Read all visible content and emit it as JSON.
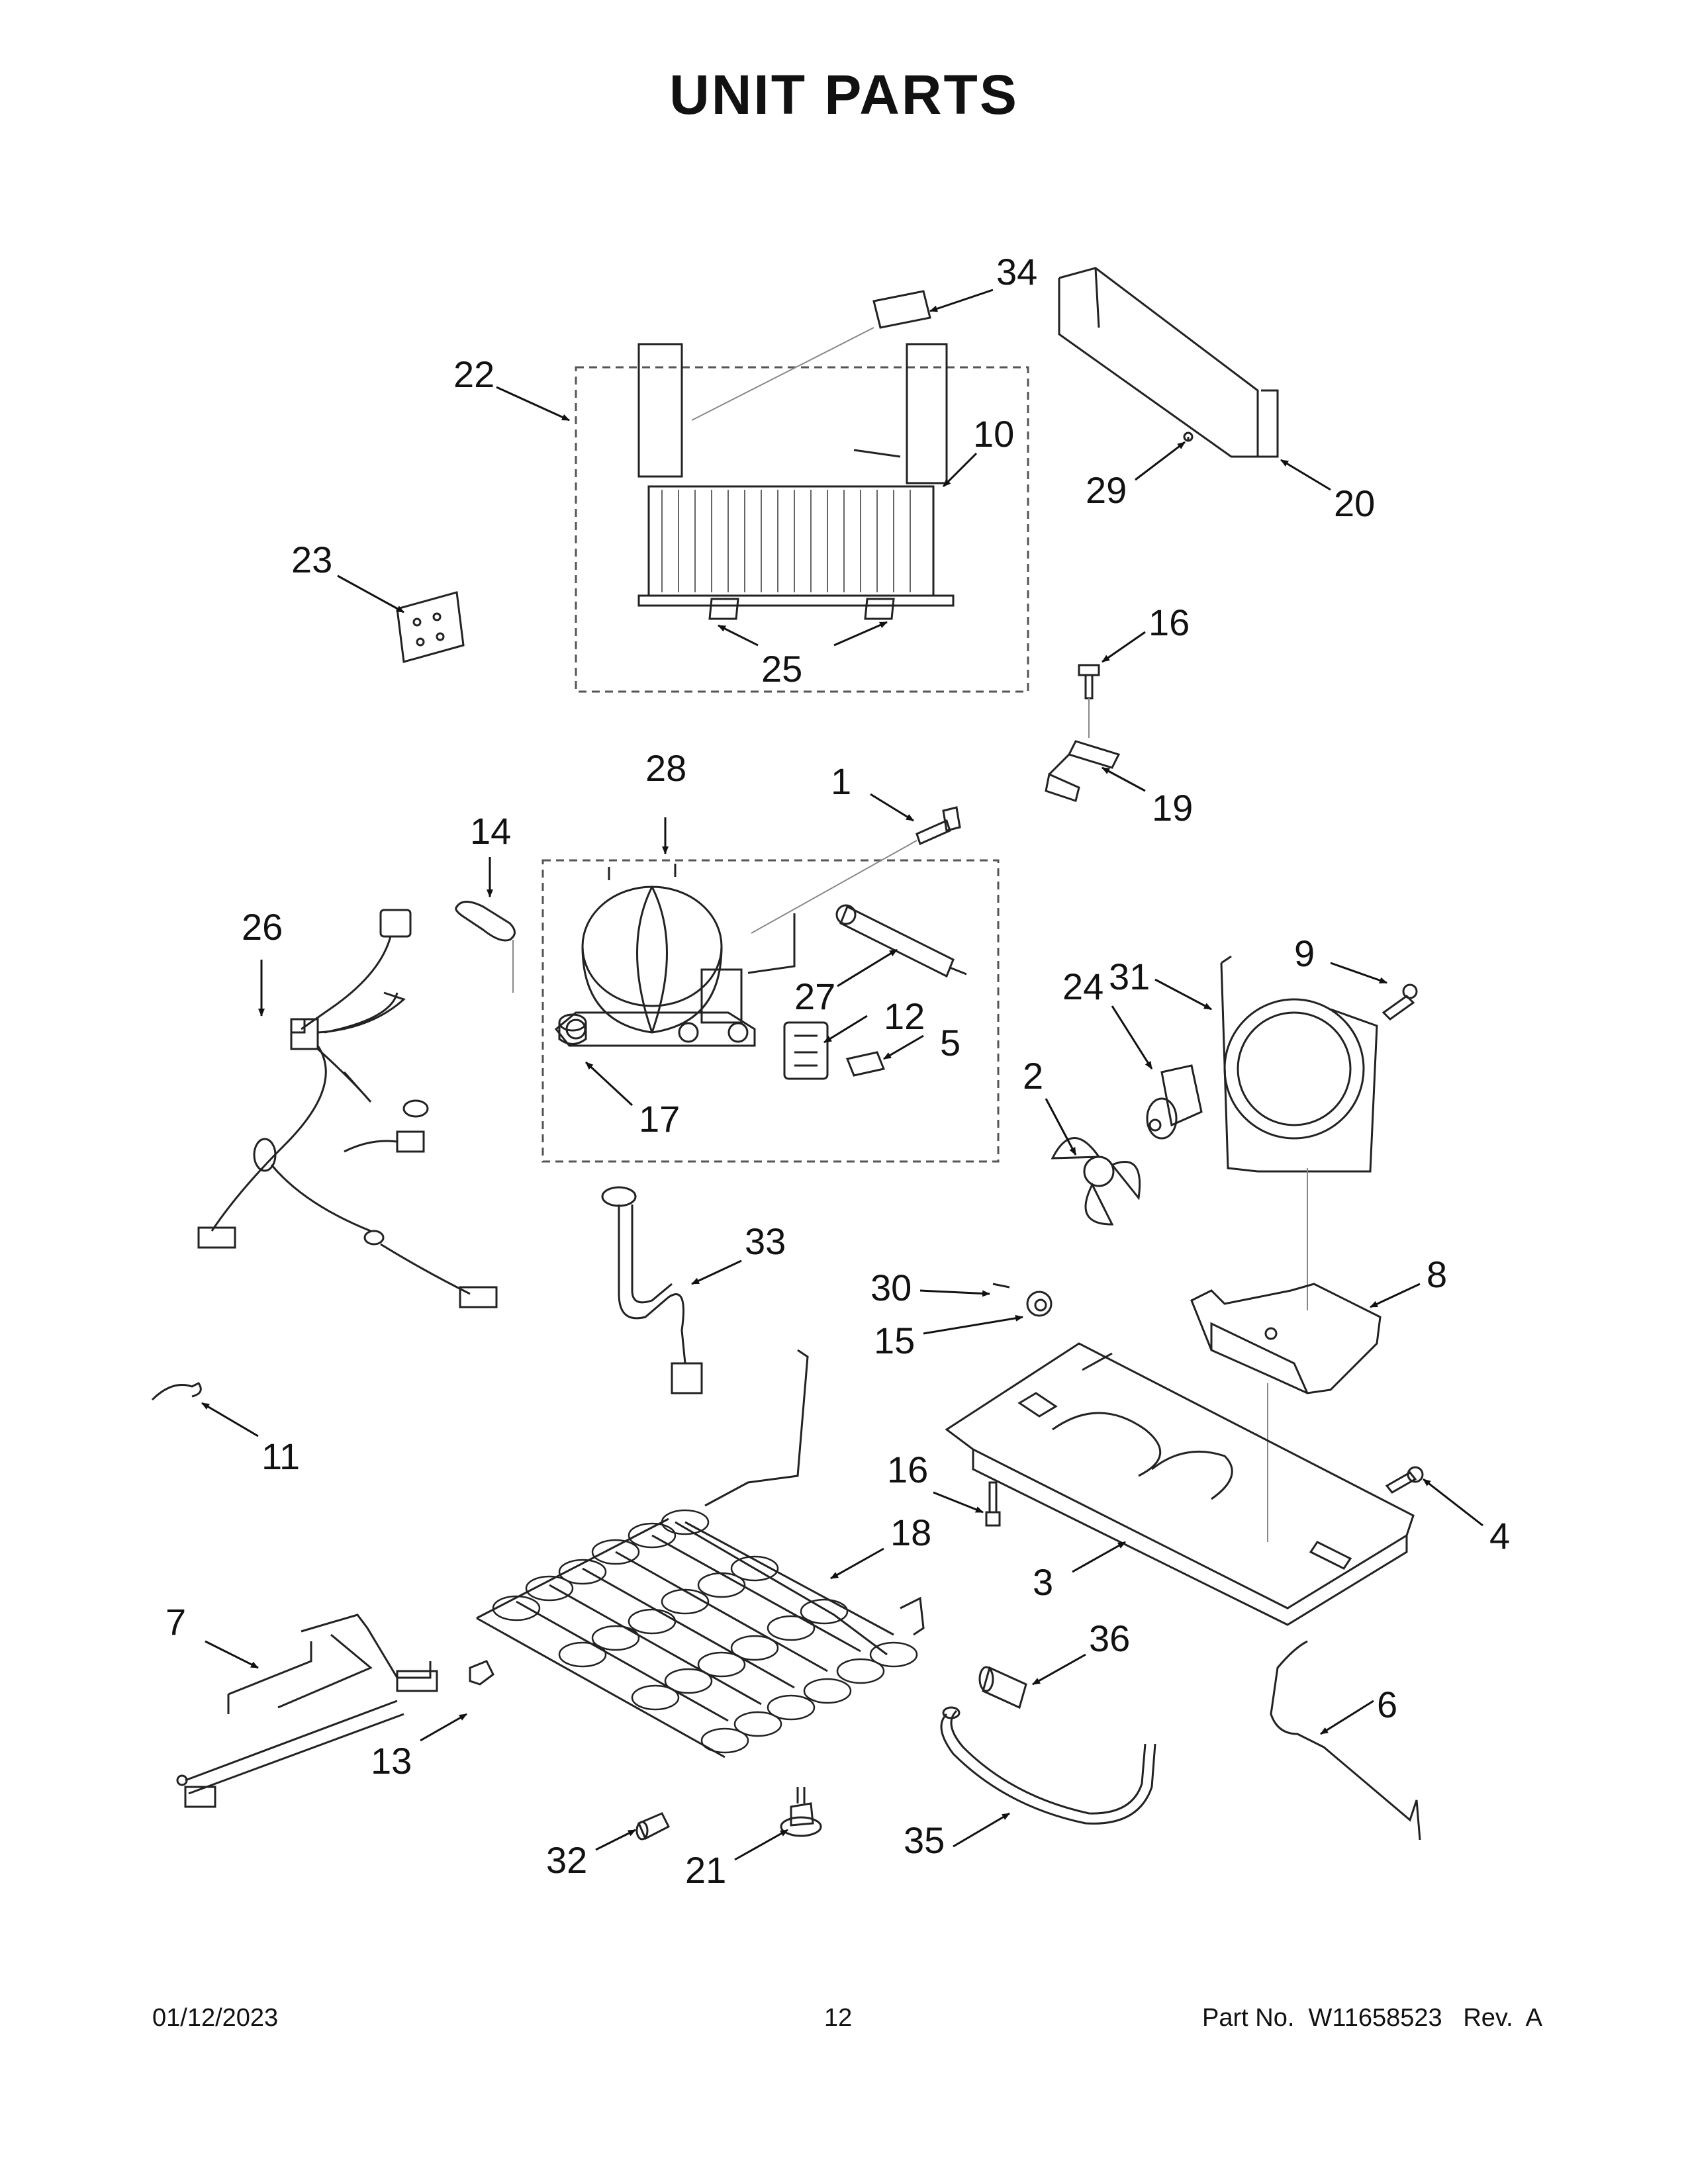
{
  "title": "UNIT PARTS",
  "callouts": [
    {
      "id": "c34",
      "label": "34"
    },
    {
      "id": "c22",
      "label": "22"
    },
    {
      "id": "c10",
      "label": "10"
    },
    {
      "id": "c20",
      "label": "20"
    },
    {
      "id": "c29",
      "label": "29"
    },
    {
      "id": "c23",
      "label": "23"
    },
    {
      "id": "c25",
      "label": "25"
    },
    {
      "id": "c16a",
      "label": "16"
    },
    {
      "id": "c19",
      "label": "19"
    },
    {
      "id": "c28",
      "label": "28"
    },
    {
      "id": "c1",
      "label": "1"
    },
    {
      "id": "c14",
      "label": "14"
    },
    {
      "id": "c26",
      "label": "26"
    },
    {
      "id": "c27",
      "label": "27"
    },
    {
      "id": "c12",
      "label": "12"
    },
    {
      "id": "c5",
      "label": "5"
    },
    {
      "id": "c17",
      "label": "17"
    },
    {
      "id": "c9",
      "label": "9"
    },
    {
      "id": "c31",
      "label": "31"
    },
    {
      "id": "c24",
      "label": "24"
    },
    {
      "id": "c2",
      "label": "2"
    },
    {
      "id": "c33",
      "label": "33"
    },
    {
      "id": "c30",
      "label": "30"
    },
    {
      "id": "c15",
      "label": "15"
    },
    {
      "id": "c8",
      "label": "8"
    },
    {
      "id": "c11",
      "label": "11"
    },
    {
      "id": "c16b",
      "label": "16"
    },
    {
      "id": "c18",
      "label": "18"
    },
    {
      "id": "c4",
      "label": "4"
    },
    {
      "id": "c3",
      "label": "3"
    },
    {
      "id": "c7",
      "label": "7"
    },
    {
      "id": "c36",
      "label": "36"
    },
    {
      "id": "c6",
      "label": "6"
    },
    {
      "id": "c13",
      "label": "13"
    },
    {
      "id": "c35",
      "label": "35"
    },
    {
      "id": "c32",
      "label": "32"
    },
    {
      "id": "c21",
      "label": "21"
    }
  ],
  "footer": {
    "date": "01/12/2023",
    "page": "12",
    "part": "Part No.  W11658523   Rev.  A"
  }
}
